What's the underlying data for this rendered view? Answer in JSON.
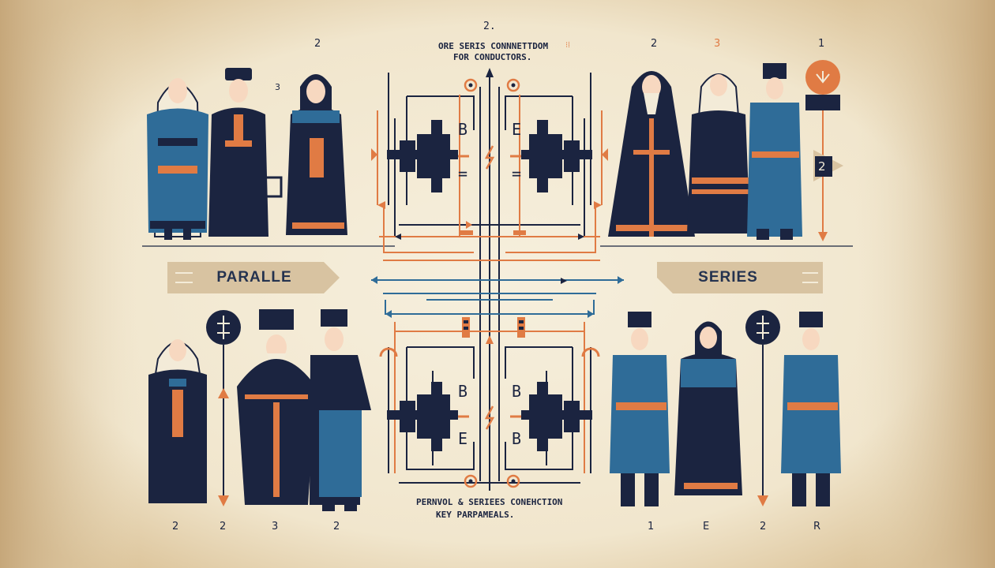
{
  "header": {
    "top_number": "2.",
    "title_line1": "ORE  SERIS CONNNETTDOM",
    "title_line1_mark": "⁝⁞",
    "title_line2": "FOR CONDUCTORS."
  },
  "footer": {
    "line1": "PERNVOL & SERIEES CONEHCTION",
    "line2": "KEY PARPAMEALS."
  },
  "banners": {
    "left": "PARALLE",
    "right": "SERIES"
  },
  "top_labels": {
    "l_two": "2",
    "l_three": "3",
    "r_two": "2",
    "r_three": "3",
    "r_one": "1"
  },
  "bottom_labels": {
    "l1": "2",
    "l2": "2",
    "l3": "3",
    "l4": "2",
    "r1": "1",
    "r2": "E",
    "r3": "2",
    "r4": "R"
  },
  "marker": {
    "number": "2"
  },
  "circuit_letters": {
    "tl": "B",
    "tr": "E",
    "bl_top": "B",
    "bl_bottom": "E",
    "br_top": "B",
    "br_bottom": "B",
    "equal": "="
  },
  "colors": {
    "navy": "#1b2440",
    "blue": "#2f6c98",
    "orange": "#e07b44",
    "paper": "#f3ebd8",
    "tan": "#d8c3a1"
  }
}
